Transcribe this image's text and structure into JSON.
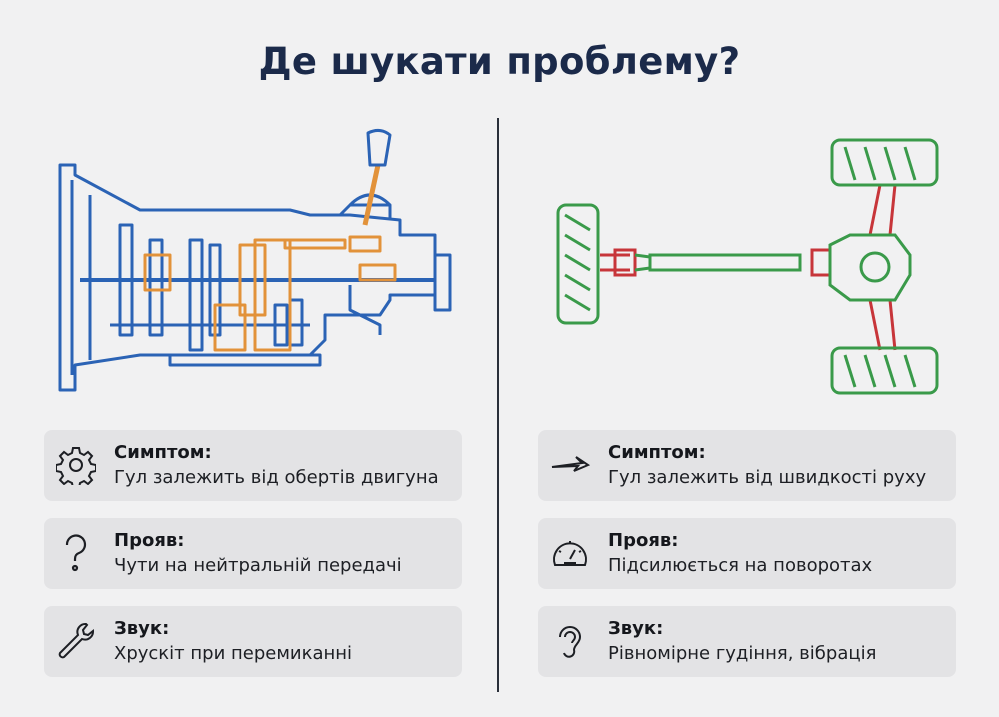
{
  "title": "Де шукати проблему?",
  "colors": {
    "title": "#1b2a4a",
    "transmission": "#2b63b5",
    "gears": "#e2923a",
    "axle": "#3a9a4a",
    "joints": "#c7353a"
  },
  "left": {
    "diagram": "transmission",
    "cards": [
      {
        "icon": "gear-icon",
        "label": "Симптом:",
        "value": "Гул залежить від обертів двигуна"
      },
      {
        "icon": "question-icon",
        "label": "Прояв:",
        "value": "Чути на нейтральній передачі"
      },
      {
        "icon": "wrench-icon",
        "label": "Звук:",
        "value": "Хрускіт при перемиканні"
      }
    ]
  },
  "right": {
    "diagram": "drivetrain",
    "cards": [
      {
        "icon": "arrow-icon",
        "label": "Симптом:",
        "value": "Гул залежить від швидкості руху"
      },
      {
        "icon": "speedometer-icon",
        "label": "Прояв:",
        "value": "Підсилюється на поворотах"
      },
      {
        "icon": "ear-icon",
        "label": "Звук:",
        "value": "Рівномірне гудіння, вібрація"
      }
    ]
  }
}
